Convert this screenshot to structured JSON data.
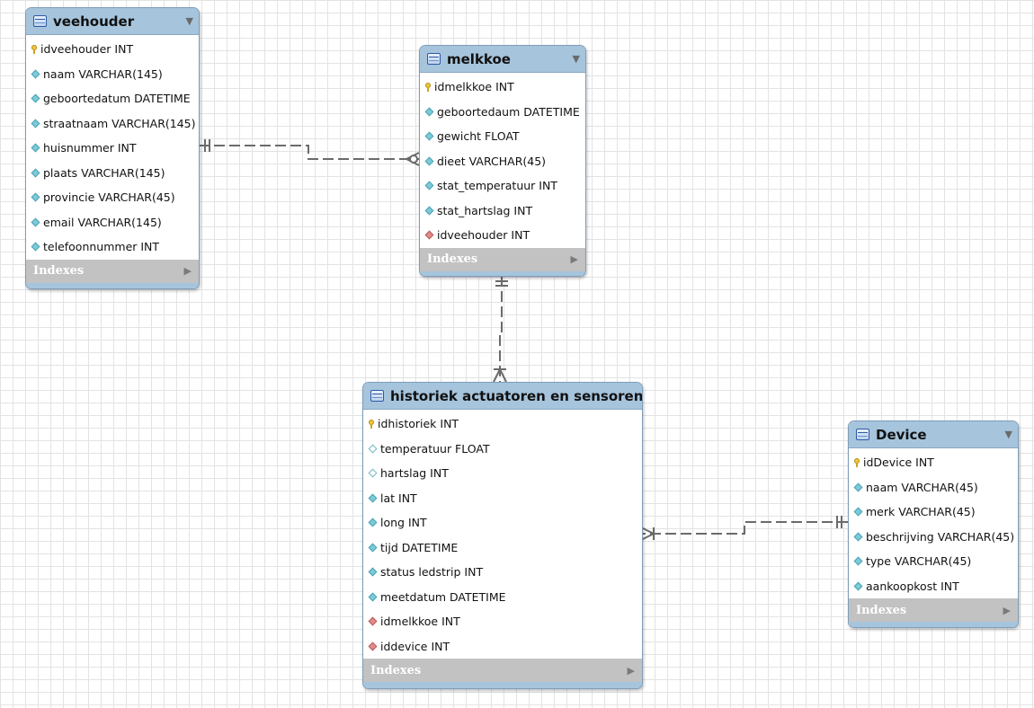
{
  "tables": [
    {
      "name": "veehouder",
      "columns": [
        {
          "text": "idveehouder INT",
          "icon": "key"
        },
        {
          "text": "naam VARCHAR(145)",
          "icon": "filled"
        },
        {
          "text": "geboortedatum DATETIME",
          "icon": "filled"
        },
        {
          "text": "straatnaam VARCHAR(145)",
          "icon": "filled"
        },
        {
          "text": "huisnummer INT",
          "icon": "filled"
        },
        {
          "text": "plaats VARCHAR(145)",
          "icon": "filled"
        },
        {
          "text": "provincie VARCHAR(45)",
          "icon": "filled"
        },
        {
          "text": "email VARCHAR(145)",
          "icon": "filled"
        },
        {
          "text": "telefoonnummer INT",
          "icon": "filled"
        }
      ],
      "indexes_label": "Indexes"
    },
    {
      "name": "melkkoe",
      "columns": [
        {
          "text": "idmelkkoe INT",
          "icon": "key"
        },
        {
          "text": "geboortedaum DATETIME",
          "icon": "filled"
        },
        {
          "text": "gewicht FLOAT",
          "icon": "filled"
        },
        {
          "text": "dieet VARCHAR(45)",
          "icon": "filled"
        },
        {
          "text": "stat_temperatuur INT",
          "icon": "filled"
        },
        {
          "text": "stat_hartslag INT",
          "icon": "filled"
        },
        {
          "text": "idveehouder INT",
          "icon": "fk"
        }
      ],
      "indexes_label": "Indexes"
    },
    {
      "name": "historiek actuatoren en sensoren",
      "columns": [
        {
          "text": "idhistoriek INT",
          "icon": "key"
        },
        {
          "text": "temperatuur FLOAT",
          "icon": "open"
        },
        {
          "text": "hartslag INT",
          "icon": "open"
        },
        {
          "text": "lat INT",
          "icon": "filled"
        },
        {
          "text": "long INT",
          "icon": "filled"
        },
        {
          "text": "tijd DATETIME",
          "icon": "filled"
        },
        {
          "text": "status ledstrip INT",
          "icon": "filled"
        },
        {
          "text": "meetdatum DATETIME",
          "icon": "filled"
        },
        {
          "text": "idmelkkoe INT",
          "icon": "fk"
        },
        {
          "text": "iddevice INT",
          "icon": "fk"
        }
      ],
      "indexes_label": "Indexes"
    },
    {
      "name": "Device",
      "columns": [
        {
          "text": "idDevice INT",
          "icon": "key"
        },
        {
          "text": "naam VARCHAR(45)",
          "icon": "filled"
        },
        {
          "text": "merk VARCHAR(45)",
          "icon": "filled"
        },
        {
          "text": "beschrijving VARCHAR(45)",
          "icon": "filled"
        },
        {
          "text": "type VARCHAR(45)",
          "icon": "filled"
        },
        {
          "text": "aankoopkost INT",
          "icon": "filled"
        }
      ],
      "indexes_label": "Indexes"
    }
  ],
  "relationships": [
    {
      "from": "veehouder",
      "to": "melkkoe",
      "from_cardinality": "one-and-only-one",
      "to_cardinality": "zero-or-many",
      "style": "dashed"
    },
    {
      "from": "melkkoe",
      "to": "historiek actuatoren en sensoren",
      "from_cardinality": "one-and-only-one",
      "to_cardinality": "one-or-many",
      "style": "dashed"
    },
    {
      "from": "Device",
      "to": "historiek actuatoren en sensoren",
      "from_cardinality": "one-and-only-one",
      "to_cardinality": "one-or-many",
      "style": "dashed"
    }
  ],
  "colors": {
    "header": "#a6c4dc",
    "indexes_bar": "#c2c2c2",
    "connector": "#6b6b6b",
    "grid": "#e3e3e3"
  }
}
